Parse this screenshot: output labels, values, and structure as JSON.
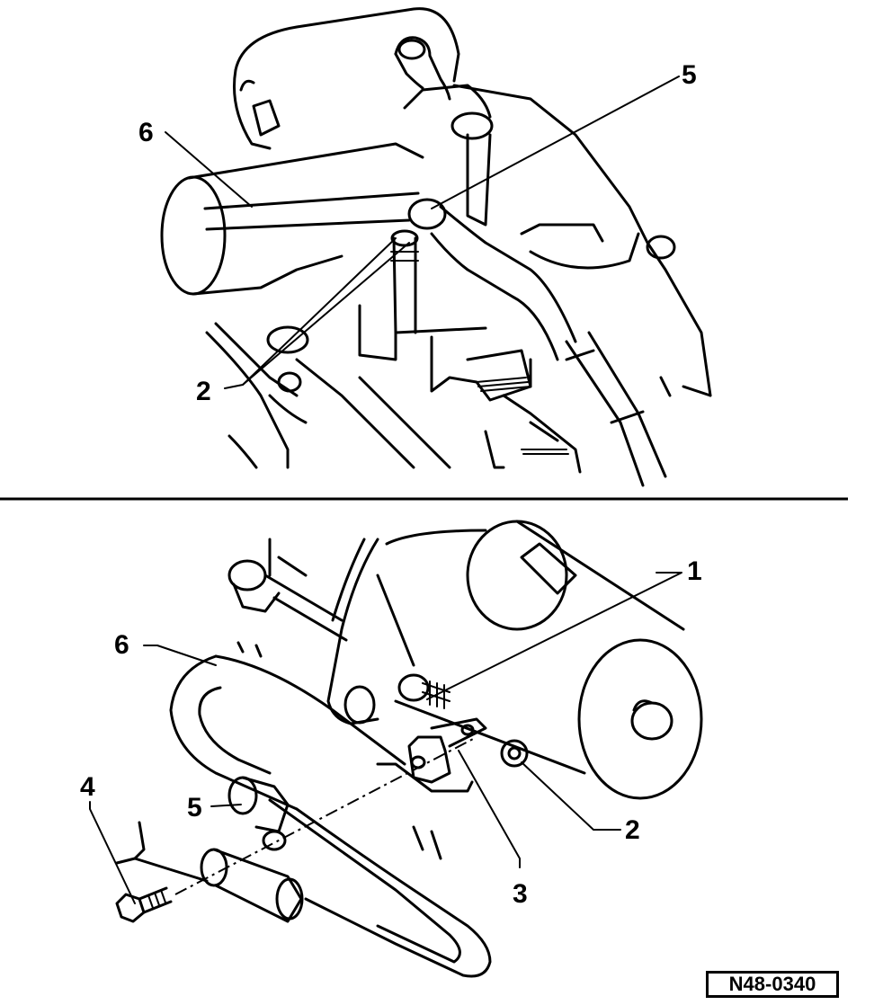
{
  "figure_id": "N48-0340",
  "upper_view": {
    "callouts": [
      "6",
      "5",
      "2"
    ]
  },
  "lower_view": {
    "callouts": [
      "1",
      "6",
      "4",
      "5",
      "2",
      "3"
    ]
  },
  "colors": {
    "line": "#000000",
    "background": "#ffffff"
  }
}
